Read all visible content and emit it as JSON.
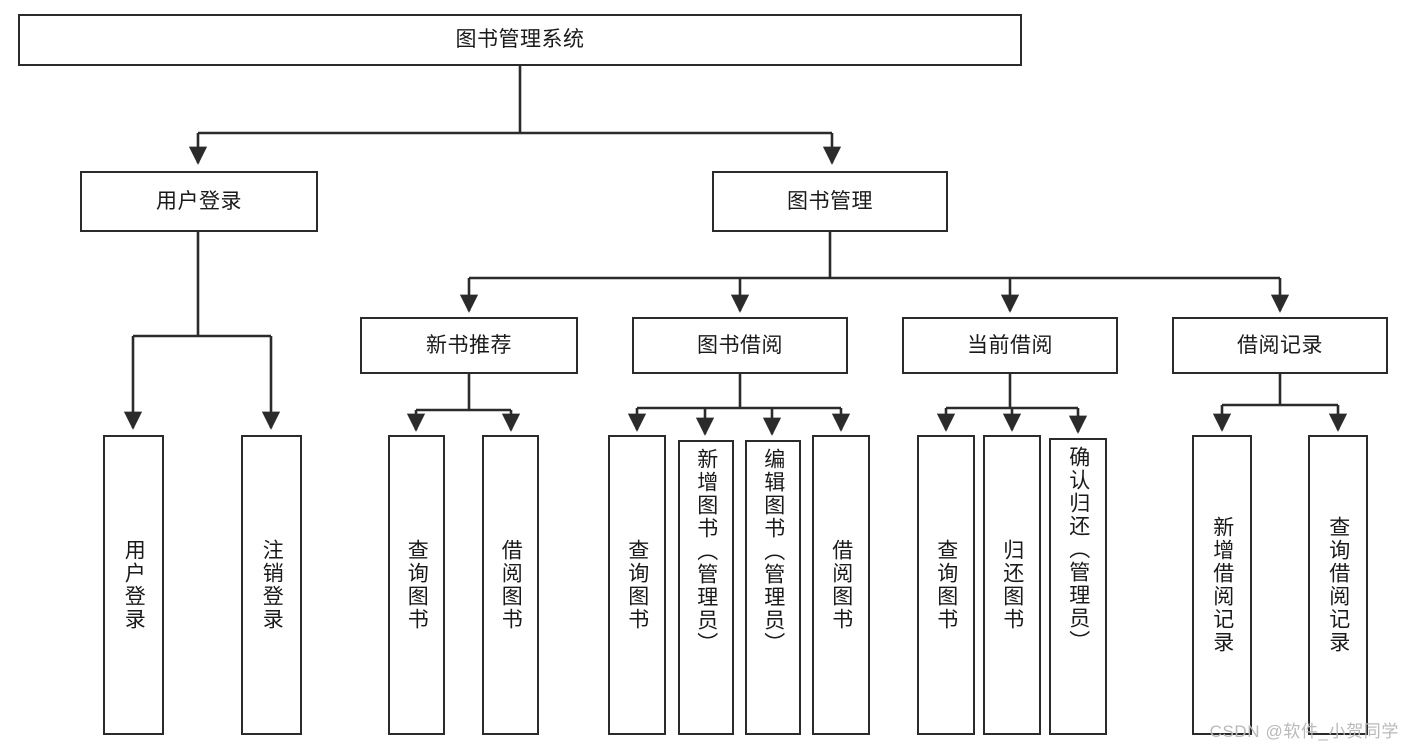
{
  "diagram": {
    "title": "图书管理系统",
    "type": "tree-hierarchy-diagram",
    "watermark": "CSDN @软件_小贺同学",
    "colors": {
      "stroke": "#2b2b2b",
      "fill": "#ffffff",
      "text": "#1a1a1a",
      "watermark": "#b9b9b9"
    },
    "nodes": {
      "root": {
        "label": "图书管理系统",
        "level": 0
      },
      "user_login": {
        "label": "用户登录",
        "level": 1
      },
      "book_manage": {
        "label": "图书管理",
        "level": 1
      },
      "new_book_rec": {
        "label": "新书推荐",
        "level": 2
      },
      "book_borrow": {
        "label": "图书借阅",
        "level": 2
      },
      "current_borrow": {
        "label": "当前借阅",
        "level": 2
      },
      "borrow_record": {
        "label": "借阅记录",
        "level": 2
      },
      "leaf_user_login": {
        "label": "用户登录",
        "level": 2
      },
      "leaf_logout": {
        "label": "注销登录",
        "level": 2
      },
      "leaf_query_book_a": {
        "label": "查询图书",
        "level": 3
      },
      "leaf_borrow_book_a": {
        "label": "借阅图书",
        "level": 3
      },
      "leaf_query_book_b": {
        "label": "查询图书",
        "level": 3
      },
      "leaf_add_book": {
        "label": "新增图书（管理员）",
        "level": 3
      },
      "leaf_edit_book": {
        "label": "编辑图书（管理员）",
        "level": 3
      },
      "leaf_borrow_book_b": {
        "label": "借阅图书",
        "level": 3
      },
      "leaf_query_book_c": {
        "label": "查询图书",
        "level": 3
      },
      "leaf_return_book": {
        "label": "归还图书",
        "level": 3
      },
      "leaf_confirm_return": {
        "label": "确认归还（管理员）",
        "level": 3
      },
      "leaf_add_record": {
        "label": "新增借阅记录",
        "level": 3
      },
      "leaf_query_record": {
        "label": "查询借阅记录",
        "level": 3
      }
    },
    "edges": [
      {
        "from": "root",
        "to": "user_login"
      },
      {
        "from": "root",
        "to": "book_manage"
      },
      {
        "from": "user_login",
        "to": "leaf_user_login"
      },
      {
        "from": "user_login",
        "to": "leaf_logout"
      },
      {
        "from": "book_manage",
        "to": "new_book_rec"
      },
      {
        "from": "book_manage",
        "to": "book_borrow"
      },
      {
        "from": "book_manage",
        "to": "current_borrow"
      },
      {
        "from": "book_manage",
        "to": "borrow_record"
      },
      {
        "from": "new_book_rec",
        "to": "leaf_query_book_a"
      },
      {
        "from": "new_book_rec",
        "to": "leaf_borrow_book_a"
      },
      {
        "from": "book_borrow",
        "to": "leaf_query_book_b"
      },
      {
        "from": "book_borrow",
        "to": "leaf_add_book"
      },
      {
        "from": "book_borrow",
        "to": "leaf_edit_book"
      },
      {
        "from": "book_borrow",
        "to": "leaf_borrow_book_b"
      },
      {
        "from": "current_borrow",
        "to": "leaf_query_book_c"
      },
      {
        "from": "current_borrow",
        "to": "leaf_return_book"
      },
      {
        "from": "current_borrow",
        "to": "leaf_confirm_return"
      },
      {
        "from": "borrow_record",
        "to": "leaf_add_record"
      },
      {
        "from": "borrow_record",
        "to": "leaf_query_record"
      }
    ]
  }
}
